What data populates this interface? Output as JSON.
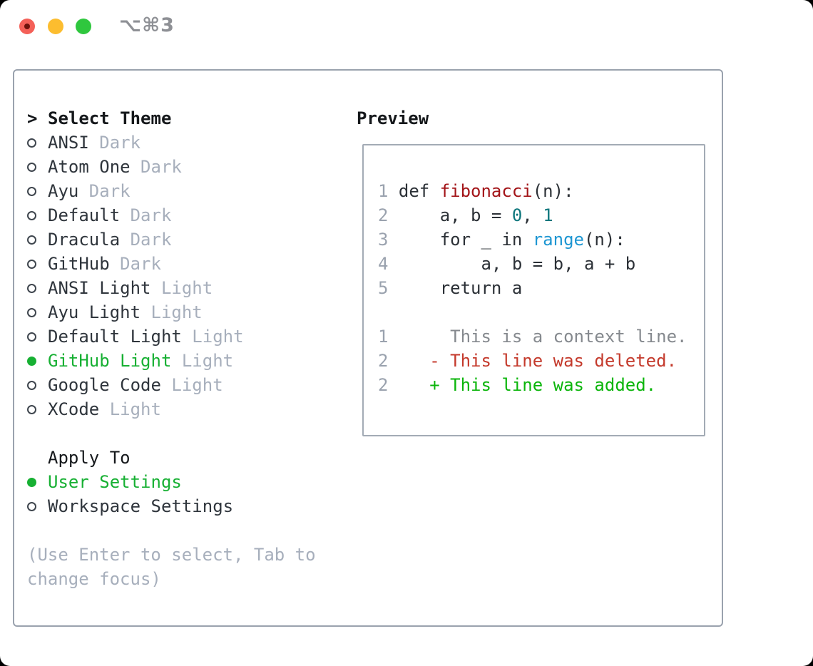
{
  "window": {
    "title": "⌥⌘3",
    "traffic_lights": [
      "close",
      "minimize",
      "maximize"
    ]
  },
  "theme_picker": {
    "prompt_icon": ">",
    "header": "Select Theme",
    "themes": [
      {
        "name": "ANSI",
        "variant": "Dark",
        "selected": false
      },
      {
        "name": "Atom One",
        "variant": "Dark",
        "selected": false
      },
      {
        "name": "Ayu",
        "variant": "Dark",
        "selected": false
      },
      {
        "name": "Default",
        "variant": "Dark",
        "selected": false
      },
      {
        "name": "Dracula",
        "variant": "Dark",
        "selected": false
      },
      {
        "name": "GitHub",
        "variant": "Dark",
        "selected": false
      },
      {
        "name": "ANSI Light",
        "variant": "Light",
        "selected": false
      },
      {
        "name": "Ayu Light",
        "variant": "Light",
        "selected": false
      },
      {
        "name": "Default Light",
        "variant": "Light",
        "selected": false
      },
      {
        "name": "GitHub Light",
        "variant": "Light",
        "selected": true
      },
      {
        "name": "Google Code",
        "variant": "Light",
        "selected": false
      },
      {
        "name": "XCode",
        "variant": "Light",
        "selected": false
      }
    ],
    "apply_to": {
      "header": "Apply To",
      "options": [
        {
          "label": "User Settings",
          "selected": true
        },
        {
          "label": "Workspace Settings",
          "selected": false
        }
      ]
    },
    "hint_lines": [
      "(Use Enter to select, Tab to",
      "change focus)"
    ]
  },
  "preview": {
    "title": "Preview",
    "code_lines": [
      {
        "gutter": "1",
        "segments": [
          {
            "t": "def ",
            "c": "code"
          },
          {
            "t": "fibonacci",
            "c": "func"
          },
          {
            "t": "(n):",
            "c": "code"
          }
        ]
      },
      {
        "gutter": "2",
        "segments": [
          {
            "t": "    a, b = ",
            "c": "code"
          },
          {
            "t": "0",
            "c": "num"
          },
          {
            "t": ", ",
            "c": "code"
          },
          {
            "t": "1",
            "c": "num"
          }
        ]
      },
      {
        "gutter": "3",
        "segments": [
          {
            "t": "    for _ in ",
            "c": "code"
          },
          {
            "t": "range",
            "c": "builtin"
          },
          {
            "t": "(n):",
            "c": "code"
          }
        ]
      },
      {
        "gutter": "4",
        "segments": [
          {
            "t": "        a, b = b, a + b",
            "c": "code"
          }
        ]
      },
      {
        "gutter": "5",
        "segments": [
          {
            "t": "    return a",
            "c": "code"
          }
        ]
      },
      {
        "gutter": "",
        "segments": []
      },
      {
        "gutter": "1",
        "segments": [
          {
            "t": "     This is a context line.",
            "c": "context"
          }
        ]
      },
      {
        "gutter": "2",
        "segments": [
          {
            "t": "   - This line was deleted.",
            "c": "deleted"
          }
        ]
      },
      {
        "gutter": "2",
        "segments": [
          {
            "t": "   + This line was added.",
            "c": "added"
          }
        ]
      }
    ]
  },
  "colors": {
    "accent_green": "#17b033",
    "ink": "#15181b",
    "name_ink": "#2f353c",
    "muted": "#a7afbc",
    "ring": "#3f464e",
    "panel_border": "#9aa2ae",
    "pbox_border": "#a3abb5",
    "gutter": "#9aa2ae",
    "code_ink": "#2b3036",
    "func_red": "#a31519",
    "num_teal": "#0d767c",
    "builtin_blue": "#1d96d2",
    "ctx_gray": "#85898e",
    "del_red": "#c43a2c",
    "add_green": "#0bb50b",
    "title_gray": "#8e9095",
    "tl_red": "#f46058",
    "tl_red_dot": "#6e120b",
    "tl_yellow": "#fcbd2f",
    "tl_green": "#2fc73e"
  }
}
